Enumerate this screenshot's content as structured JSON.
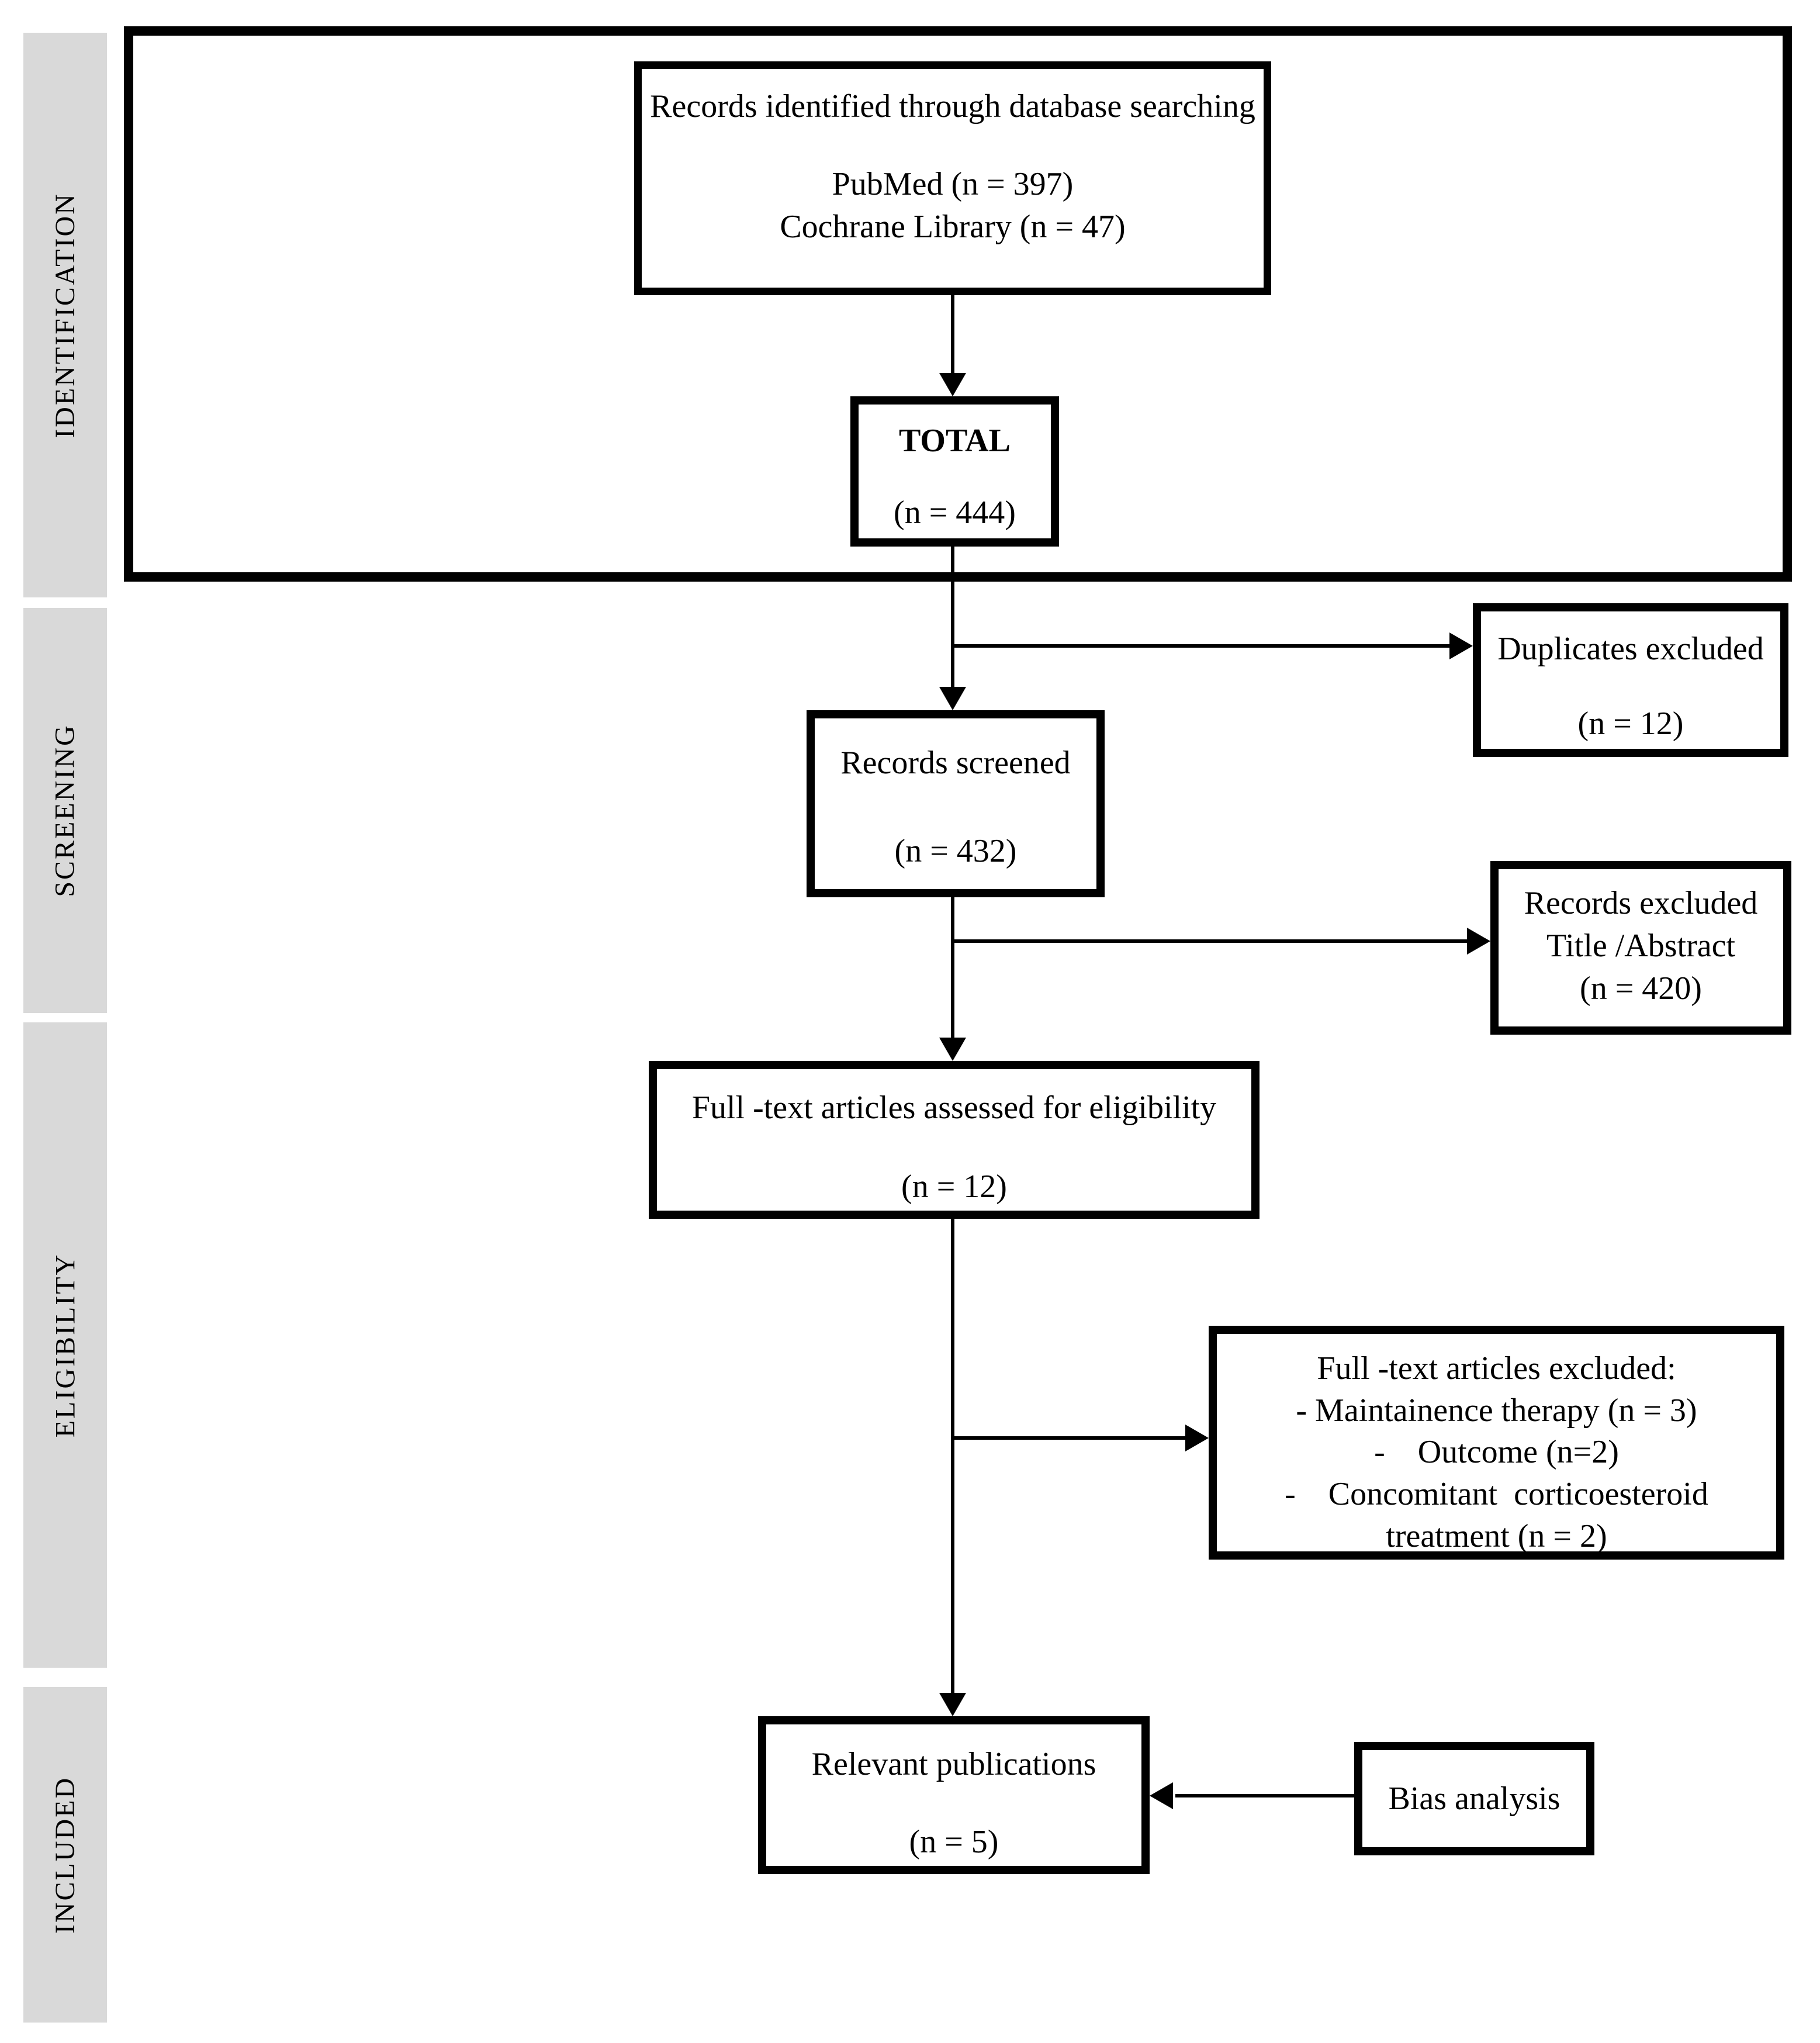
{
  "palette": {
    "background": "#ffffff",
    "line_color": "#000000",
    "sidebar_gray": "#d9d9d9"
  },
  "sidebar": {
    "sections": [
      {
        "label": "IDENTIFICATION"
      },
      {
        "label": "SCREENING"
      },
      {
        "label": "ELIGIBILITY"
      },
      {
        "label": "INCLUDED"
      }
    ]
  },
  "boxes": {
    "records_identified": {
      "title": "Records identified through database searching",
      "sources": [
        "PubMed (n = 397)",
        "Cochrane Library (n = 47)"
      ]
    },
    "total": {
      "label": "TOTAL",
      "count": "(n = 444)"
    },
    "duplicates_excluded": {
      "label": "Duplicates excluded",
      "count": "(n = 12)"
    },
    "records_screened": {
      "label": "Records screened",
      "count": "(n = 432)"
    },
    "records_excluded": {
      "label": "Records excluded",
      "sublabel": "Title /Abstract",
      "count": "(n = 420)"
    },
    "fulltext_assessed": {
      "label": "Full -text articles assessed for eligibility",
      "count": "(n = 12)"
    },
    "fulltext_excluded": {
      "title": "Full -text articles excluded:",
      "items": [
        "- Maintainence therapy (n = 3)",
        "-    Outcome (n=2)",
        "-    Concomitant  corticoesteroid",
        "treatment (n = 2)"
      ]
    },
    "relevant_publications": {
      "label": "Relevant publications",
      "count": "(n = 5)"
    },
    "bias_analysis": {
      "label": "Bias analysis"
    }
  }
}
